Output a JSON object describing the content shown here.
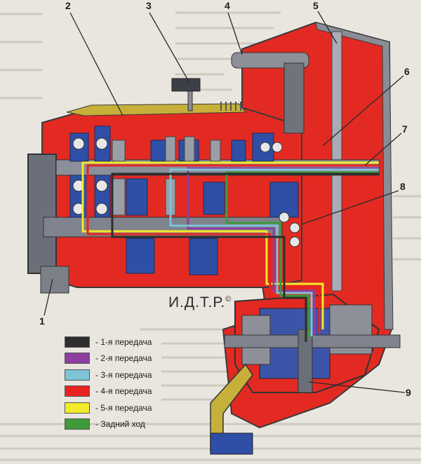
{
  "callouts": [
    {
      "id": "1",
      "text": "1"
    },
    {
      "id": "2",
      "text": "2"
    },
    {
      "id": "3",
      "text": "3"
    },
    {
      "id": "4",
      "text": "4"
    },
    {
      "id": "5",
      "text": "5"
    },
    {
      "id": "6",
      "text": "6"
    },
    {
      "id": "7",
      "text": "7"
    },
    {
      "id": "8",
      "text": "8"
    },
    {
      "id": "9",
      "text": "9"
    }
  ],
  "watermark": "И.Д.Т.Р.",
  "watermark_mark": "©",
  "legend": [
    {
      "label": "- 1-я  передача",
      "color": "#2e2e2e"
    },
    {
      "label": "- 2-я  передача",
      "color": "#8e3fa0"
    },
    {
      "label": "- 3-я  передача",
      "color": "#7ec3d6"
    },
    {
      "label": "- 4-я  передача",
      "color": "#e8231f"
    },
    {
      "label": "- 5-я  передача",
      "color": "#f2ea2a"
    },
    {
      "label": "- Задний ход",
      "color": "#3f9a3a"
    }
  ],
  "colors": {
    "housing": "#e32a22",
    "steel": "#6b6f7a",
    "dark_steel": "#3d3f46",
    "gear_blue": "#2f4fa6",
    "olive": "#c7b03a"
  }
}
